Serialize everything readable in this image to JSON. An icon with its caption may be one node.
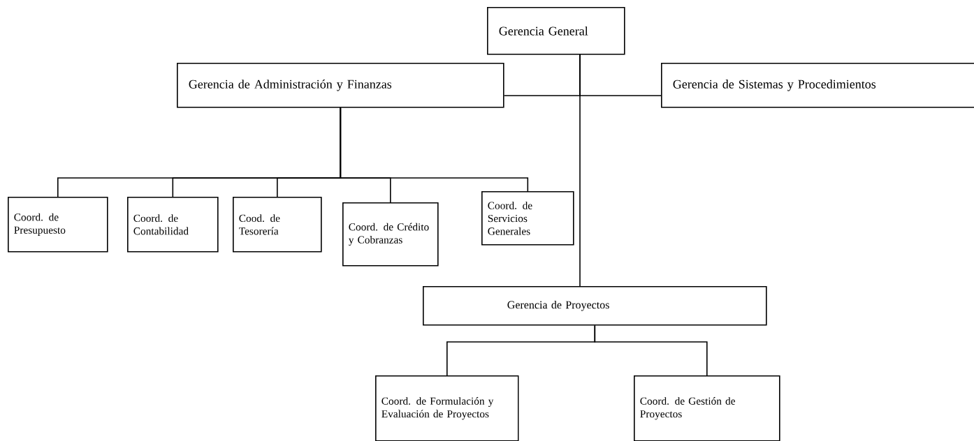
{
  "diagram": {
    "nodes": [
      {
        "text": [
          "Gerencia General"
        ]
      },
      {
        "text": [
          "Gerencia de Administración y Finanzas"
        ]
      },
      {
        "text": [
          "Gerencia de Sistemas y Procedimientos"
        ]
      },
      {
        "text": [
          "Coord. de Presupuesto"
        ]
      },
      {
        "text": [
          "Coord. de Contabilidad"
        ]
      },
      {
        "text": [
          "Cood. de Tesorería"
        ]
      },
      {
        "text": [
          "Coord. de Crédito y Cobranzas"
        ]
      },
      {
        "text": [
          "Coord. de Servicios Generales"
        ]
      },
      {
        "text": [
          "Gerencia de Proyectos"
        ]
      },
      {
        "text": [
          "Coord.  de Formulación y  Evaluación de Proyectos"
        ]
      },
      {
        "text": [
          "Coord. de Gestión de Proyectos"
        ]
      }
    ],
    "edges": [
      {
        "from": 0,
        "to": 1,
        "arrow": "none"
      },
      {
        "from": 0,
        "to": 2,
        "arrow": "none"
      },
      {
        "from": 0,
        "to": 8,
        "arrow": "none"
      },
      {
        "from": 1,
        "to": 3,
        "arrow": "none"
      },
      {
        "from": 1,
        "to": 4,
        "arrow": "none"
      },
      {
        "from": 1,
        "to": 5,
        "arrow": "none"
      },
      {
        "from": 1,
        "to": 6,
        "arrow": "none"
      },
      {
        "from": 1,
        "to": 7,
        "arrow": "none"
      },
      {
        "from": 8,
        "to": 9,
        "arrow": "none"
      },
      {
        "from": 8,
        "to": 10,
        "arrow": "none"
      }
    ]
  }
}
